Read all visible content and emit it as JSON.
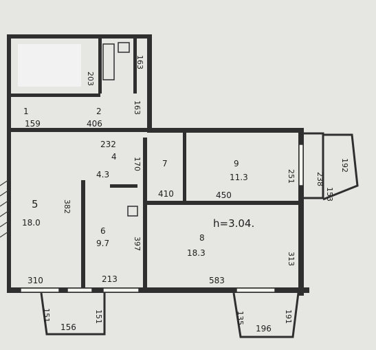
{
  "colors": {
    "paper": "#e6e6e2",
    "ink": "#2f2f2f",
    "redacted": "#f2f2f2"
  },
  "plan": {
    "rooms": [
      {
        "id": "1",
        "area": "159"
      },
      {
        "id": "2",
        "area": "406"
      },
      {
        "id": "4",
        "area": "232",
        "extra": "4.3"
      },
      {
        "id": "5",
        "area": "18.0"
      },
      {
        "id": "6",
        "area": "9.7"
      },
      {
        "id": "7",
        "area": ""
      },
      {
        "id": "8",
        "area": "18.3"
      },
      {
        "id": "9",
        "area": "11.3"
      }
    ],
    "ceiling": "h=3.04.",
    "dims": [
      "203",
      "163",
      "163",
      "170",
      "410",
      "450",
      "251",
      "238",
      "192",
      "153",
      "382",
      "397",
      "313",
      "310",
      "213",
      "583",
      "151",
      "156",
      "151",
      "135",
      "196",
      "191"
    ]
  }
}
